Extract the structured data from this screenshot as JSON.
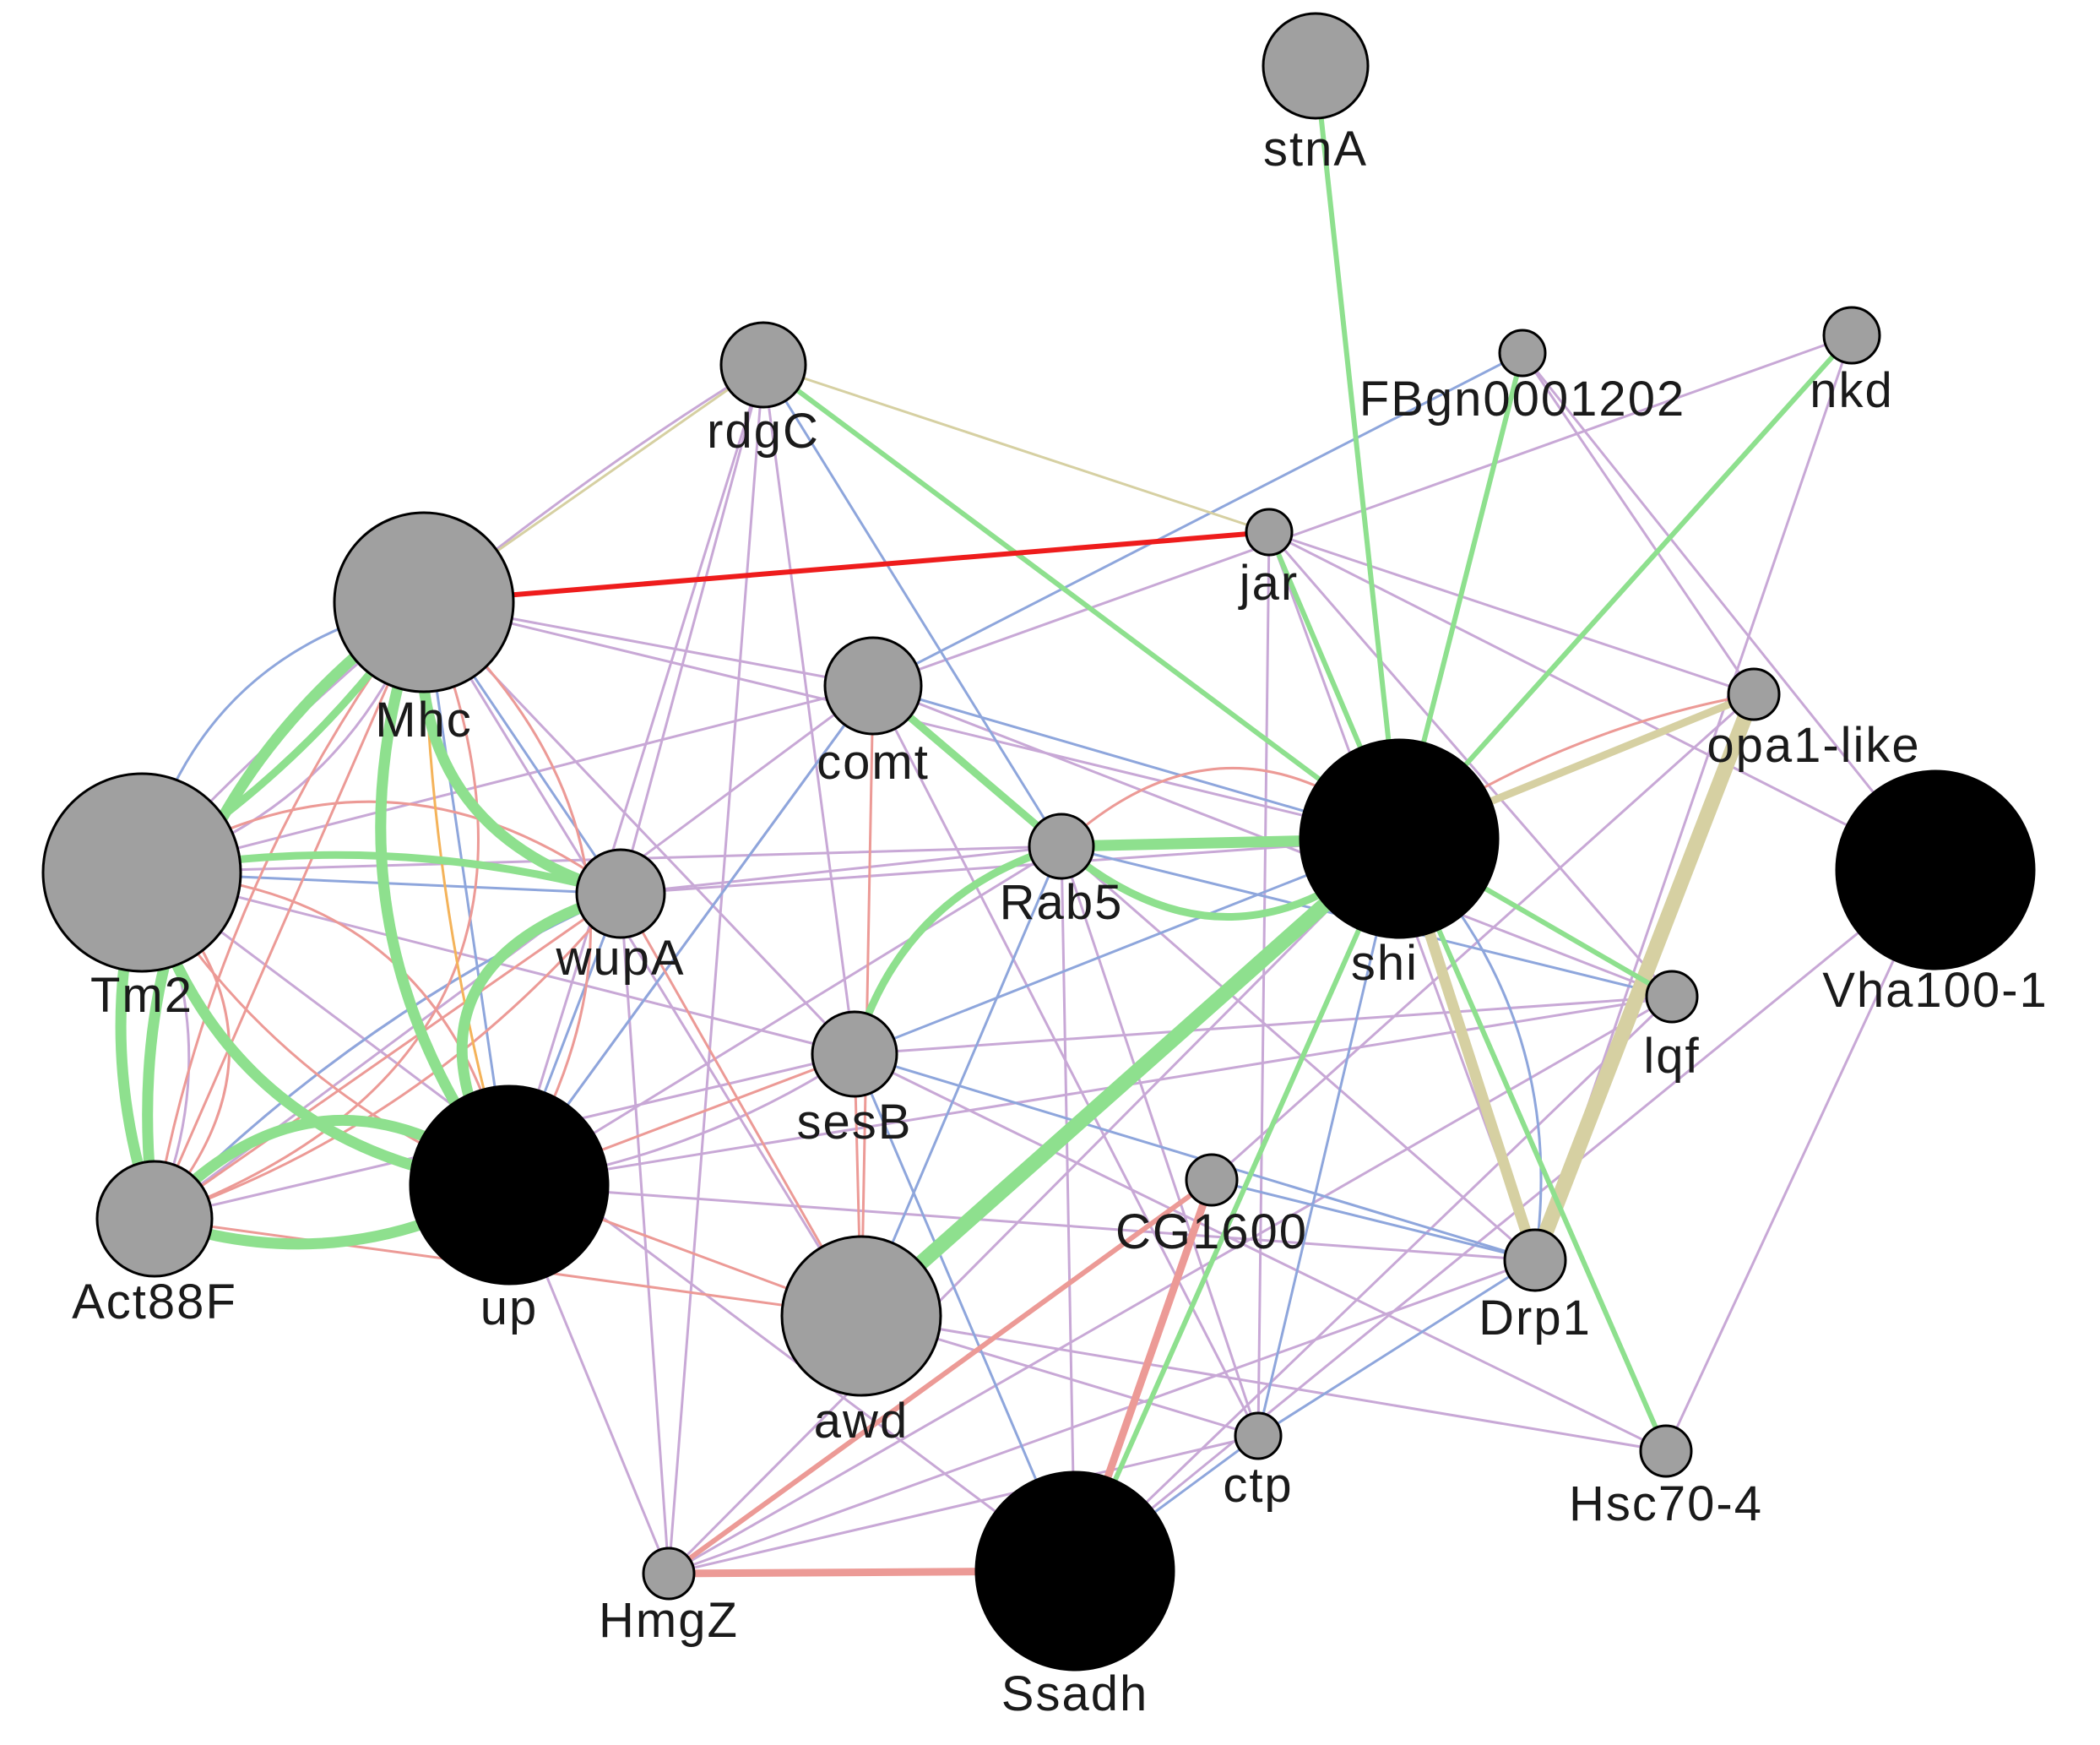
{
  "colors": {
    "background": "#ffffff",
    "node_stroke": "#000000",
    "query_gene": "#000000",
    "related_gene": "#a0a0a0",
    "label": "#1a1a1a",
    "edge_green": "#8ee08e",
    "edge_purple": "#c8a8d6",
    "edge_pink": "#ec9a96",
    "edge_blue": "#8ea6dc",
    "edge_khaki": "#d6d0a2",
    "edge_red": "#ee1c1c",
    "edge_orange": "#f4b35a"
  },
  "network": {
    "nodes": [
      {
        "id": "stnA",
        "label": "stnA",
        "type": "related"
      },
      {
        "id": "rdgC",
        "label": "rdgC",
        "type": "related"
      },
      {
        "id": "FBgn0001202",
        "label": "FBgn0001202",
        "type": "related"
      },
      {
        "id": "nkd",
        "label": "nkd",
        "type": "related"
      },
      {
        "id": "jar",
        "label": "jar",
        "type": "related"
      },
      {
        "id": "Mhc",
        "label": "Mhc",
        "type": "related"
      },
      {
        "id": "comt",
        "label": "comt",
        "type": "related"
      },
      {
        "id": "opa1-like",
        "label": "opa1-like",
        "type": "related"
      },
      {
        "id": "Tm2",
        "label": "Tm2",
        "type": "related"
      },
      {
        "id": "Rab5",
        "label": "Rab5",
        "type": "related"
      },
      {
        "id": "shi",
        "label": "shi",
        "type": "query"
      },
      {
        "id": "Vha100-1",
        "label": "Vha100-1",
        "type": "query"
      },
      {
        "id": "wupA",
        "label": "wupA",
        "type": "related"
      },
      {
        "id": "lqf",
        "label": "lqf",
        "type": "related"
      },
      {
        "id": "sesB",
        "label": "sesB",
        "type": "related"
      },
      {
        "id": "up",
        "label": "up",
        "type": "query"
      },
      {
        "id": "Act88F",
        "label": "Act88F",
        "type": "related"
      },
      {
        "id": "CG1600",
        "label": "CG1600",
        "type": "related"
      },
      {
        "id": "Drp1",
        "label": "Drp1",
        "type": "related"
      },
      {
        "id": "awd",
        "label": "awd",
        "type": "related"
      },
      {
        "id": "ctp",
        "label": "ctp",
        "type": "related"
      },
      {
        "id": "Hsc70-4",
        "label": "Hsc70-4",
        "type": "related"
      },
      {
        "id": "HmgZ",
        "label": "HmgZ",
        "type": "related"
      },
      {
        "id": "Ssadh",
        "label": "Ssadh",
        "type": "query"
      }
    ],
    "edges": [
      {
        "source": "stnA",
        "target": "shi",
        "kind": "green",
        "weight": 2
      },
      {
        "source": "FBgn0001202",
        "target": "shi",
        "kind": "green",
        "weight": 2
      },
      {
        "source": "nkd",
        "target": "shi",
        "kind": "green",
        "weight": 2
      },
      {
        "source": "jar",
        "target": "shi",
        "kind": "green",
        "weight": 2
      },
      {
        "source": "rdgC",
        "target": "shi",
        "kind": "green",
        "weight": 2
      },
      {
        "source": "awd",
        "target": "shi",
        "kind": "green",
        "weight": 5
      },
      {
        "source": "Rab5",
        "target": "shi",
        "kind": "green",
        "weight": 4
      },
      {
        "source": "Rab5",
        "target": "shi",
        "kind": "green",
        "weight": 3,
        "curve": 110
      },
      {
        "source": "comt",
        "target": "Rab5",
        "kind": "green",
        "weight": 3
      },
      {
        "source": "sesB",
        "target": "Rab5",
        "kind": "green",
        "weight": 3,
        "curve": -60
      },
      {
        "source": "shi",
        "target": "lqf",
        "kind": "green",
        "weight": 2
      },
      {
        "source": "shi",
        "target": "Hsc70-4",
        "kind": "green",
        "weight": 2
      },
      {
        "source": "shi",
        "target": "Ssadh",
        "kind": "green",
        "weight": 2
      },
      {
        "source": "Mhc",
        "target": "Act88F",
        "kind": "green",
        "weight": 4,
        "curve": 150
      },
      {
        "source": "Mhc",
        "target": "Tm2",
        "kind": "green",
        "weight": 3,
        "curve": -30
      },
      {
        "source": "Mhc",
        "target": "up",
        "kind": "green",
        "weight": 4,
        "curve": 120
      },
      {
        "source": "Mhc",
        "target": "wupA",
        "kind": "green",
        "weight": 4,
        "curve": 110
      },
      {
        "source": "Tm2",
        "target": "wupA",
        "kind": "green",
        "weight": 3,
        "curve": -40
      },
      {
        "source": "Tm2",
        "target": "up",
        "kind": "green",
        "weight": 4,
        "curve": 120
      },
      {
        "source": "Tm2",
        "target": "Act88F",
        "kind": "green",
        "weight": 4,
        "curve": 40
      },
      {
        "source": "Act88F",
        "target": "up",
        "kind": "green",
        "weight": 4,
        "curve": 60
      },
      {
        "source": "Act88F",
        "target": "up",
        "kind": "green",
        "weight": 4,
        "curve": -120
      },
      {
        "source": "wupA",
        "target": "up",
        "kind": "green",
        "weight": 4,
        "curve": 150
      },
      {
        "source": "Mhc",
        "target": "jar",
        "kind": "red",
        "weight": 2
      },
      {
        "source": "shi",
        "target": "opa1-like",
        "kind": "khaki",
        "weight": 3
      },
      {
        "source": "opa1-like",
        "target": "Drp1",
        "kind": "khaki",
        "weight": 5
      },
      {
        "source": "shi",
        "target": "Drp1",
        "kind": "khaki",
        "weight": 4
      },
      {
        "source": "rdgC",
        "target": "Mhc",
        "kind": "khaki",
        "weight": 1
      },
      {
        "source": "rdgC",
        "target": "jar",
        "kind": "khaki",
        "weight": 1
      },
      {
        "source": "Ssadh",
        "target": "HmgZ",
        "kind": "pink",
        "weight": 3
      },
      {
        "source": "Ssadh",
        "target": "CG1600",
        "kind": "pink",
        "weight": 3
      },
      {
        "source": "HmgZ",
        "target": "CG1600",
        "kind": "pink",
        "weight": 2
      },
      {
        "source": "Mhc",
        "target": "Act88F",
        "kind": "pink",
        "weight": 1,
        "curve": -260
      },
      {
        "source": "Tm2",
        "target": "up",
        "kind": "pink",
        "weight": 1,
        "curve": -140
      },
      {
        "source": "Mhc",
        "target": "up",
        "kind": "pink",
        "weight": 1,
        "curve": -180
      },
      {
        "source": "Tm2",
        "target": "Act88F",
        "kind": "pink",
        "weight": 1,
        "curve": -120
      },
      {
        "source": "Act88F",
        "target": "wupA",
        "kind": "pink",
        "weight": 1
      },
      {
        "source": "Act88F",
        "target": "wupA",
        "kind": "pink",
        "weight": 1,
        "curve": 60
      },
      {
        "source": "Act88F",
        "target": "Mhc",
        "kind": "pink",
        "weight": 1
      },
      {
        "source": "Tm2",
        "target": "wupA",
        "kind": "pink",
        "weight": 1,
        "curve": -120
      },
      {
        "source": "Tm2",
        "target": "up",
        "kind": "pink",
        "weight": 1,
        "curve": 60
      },
      {
        "source": "Mhc",
        "target": "Act88F",
        "kind": "pink",
        "weight": 1,
        "curve": 60
      },
      {
        "source": "Act88F",
        "target": "awd",
        "kind": "pink",
        "weight": 1
      },
      {
        "source": "up",
        "target": "awd",
        "kind": "pink",
        "weight": 1
      },
      {
        "source": "wupA",
        "target": "awd",
        "kind": "pink",
        "weight": 1
      },
      {
        "source": "comt",
        "target": "awd",
        "kind": "pink",
        "weight": 1
      },
      {
        "source": "up",
        "target": "sesB",
        "kind": "pink",
        "weight": 1
      },
      {
        "source": "Rab5",
        "target": "shi",
        "kind": "pink",
        "weight": 1,
        "curve": -110
      },
      {
        "source": "shi",
        "target": "opa1-like",
        "kind": "pink",
        "weight": 1,
        "curve": -30
      },
      {
        "source": "sesB",
        "target": "awd",
        "kind": "pink",
        "weight": 1
      },
      {
        "source": "Mhc",
        "target": "up",
        "kind": "orange",
        "weight": 1,
        "curve": 30
      },
      {
        "source": "Mhc",
        "target": "Tm2",
        "kind": "blue",
        "weight": 1,
        "curve": 90
      },
      {
        "source": "Mhc",
        "target": "wupA",
        "kind": "blue",
        "weight": 1
      },
      {
        "source": "Mhc",
        "target": "up",
        "kind": "blue",
        "weight": 1
      },
      {
        "source": "Tm2",
        "target": "wupA",
        "kind": "blue",
        "weight": 1
      },
      {
        "source": "wupA",
        "target": "up",
        "kind": "blue",
        "weight": 1
      },
      {
        "source": "Act88F",
        "target": "wupA",
        "kind": "blue",
        "weight": 1,
        "curve": -40
      },
      {
        "source": "rdgC",
        "target": "Rab5",
        "kind": "blue",
        "weight": 1
      },
      {
        "source": "comt",
        "target": "FBgn0001202",
        "kind": "blue",
        "weight": 1
      },
      {
        "source": "comt",
        "target": "shi",
        "kind": "blue",
        "weight": 1
      },
      {
        "source": "comt",
        "target": "up",
        "kind": "blue",
        "weight": 1
      },
      {
        "source": "sesB",
        "target": "shi",
        "kind": "blue",
        "weight": 1
      },
      {
        "source": "sesB",
        "target": "Drp1",
        "kind": "blue",
        "weight": 1
      },
      {
        "source": "sesB",
        "target": "Ssadh",
        "kind": "blue",
        "weight": 1
      },
      {
        "source": "Rab5",
        "target": "awd",
        "kind": "blue",
        "weight": 1
      },
      {
        "source": "Rab5",
        "target": "lqf",
        "kind": "blue",
        "weight": 1
      },
      {
        "source": "shi",
        "target": "ctp",
        "kind": "blue",
        "weight": 1
      },
      {
        "source": "shi",
        "target": "Drp1",
        "kind": "blue",
        "weight": 1,
        "curve": -80
      },
      {
        "source": "CG1600",
        "target": "Drp1",
        "kind": "blue",
        "weight": 1
      },
      {
        "source": "ctp",
        "target": "Ssadh",
        "kind": "blue",
        "weight": 1
      },
      {
        "source": "ctp",
        "target": "Drp1",
        "kind": "blue",
        "weight": 1
      },
      {
        "source": "rdgC",
        "target": "Tm2",
        "kind": "purple",
        "weight": 1,
        "curve": 40
      },
      {
        "source": "rdgC",
        "target": "up",
        "kind": "purple",
        "weight": 1
      },
      {
        "source": "rdgC",
        "target": "wupA",
        "kind": "purple",
        "weight": 1
      },
      {
        "source": "rdgC",
        "target": "HmgZ",
        "kind": "purple",
        "weight": 1
      },
      {
        "source": "rdgC",
        "target": "sesB",
        "kind": "purple",
        "weight": 1
      },
      {
        "source": "Mhc",
        "target": "comt",
        "kind": "purple",
        "weight": 1
      },
      {
        "source": "Mhc",
        "target": "shi",
        "kind": "purple",
        "weight": 1
      },
      {
        "source": "Mhc",
        "target": "sesB",
        "kind": "purple",
        "weight": 1
      },
      {
        "source": "Mhc",
        "target": "awd",
        "kind": "purple",
        "weight": 1
      },
      {
        "source": "Tm2",
        "target": "sesB",
        "kind": "purple",
        "weight": 1
      },
      {
        "source": "Tm2",
        "target": "comt",
        "kind": "purple",
        "weight": 1
      },
      {
        "source": "Tm2",
        "target": "Ssadh",
        "kind": "purple",
        "weight": 1
      },
      {
        "source": "Tm2",
        "target": "Rab5",
        "kind": "purple",
        "weight": 1
      },
      {
        "source": "wupA",
        "target": "Rab5",
        "kind": "purple",
        "weight": 1
      },
      {
        "source": "wupA",
        "target": "shi",
        "kind": "purple",
        "weight": 1
      },
      {
        "source": "wupA",
        "target": "HmgZ",
        "kind": "purple",
        "weight": 1
      },
      {
        "source": "up",
        "target": "HmgZ",
        "kind": "purple",
        "weight": 1
      },
      {
        "source": "up",
        "target": "Rab5",
        "kind": "purple",
        "weight": 1
      },
      {
        "source": "up",
        "target": "comt",
        "kind": "purple",
        "weight": 1
      },
      {
        "source": "Act88F",
        "target": "comt",
        "kind": "purple",
        "weight": 1
      },
      {
        "source": "Act88F",
        "target": "sesB",
        "kind": "purple",
        "weight": 1
      },
      {
        "source": "jar",
        "target": "opa1-like",
        "kind": "purple",
        "weight": 1
      },
      {
        "source": "jar",
        "target": "lqf",
        "kind": "purple",
        "weight": 1
      },
      {
        "source": "jar",
        "target": "Drp1",
        "kind": "purple",
        "weight": 1
      },
      {
        "source": "jar",
        "target": "ctp",
        "kind": "purple",
        "weight": 1
      },
      {
        "source": "jar",
        "target": "Vha100-1",
        "kind": "purple",
        "weight": 1
      },
      {
        "source": "nkd",
        "target": "comt",
        "kind": "purple",
        "weight": 1
      },
      {
        "source": "nkd",
        "target": "Drp1",
        "kind": "purple",
        "weight": 1
      },
      {
        "source": "FBgn0001202",
        "target": "opa1-like",
        "kind": "purple",
        "weight": 1
      },
      {
        "source": "FBgn0001202",
        "target": "Vha100-1",
        "kind": "purple",
        "weight": 1
      },
      {
        "source": "comt",
        "target": "ctp",
        "kind": "purple",
        "weight": 1
      },
      {
        "source": "comt",
        "target": "lqf",
        "kind": "purple",
        "weight": 1
      },
      {
        "source": "Rab5",
        "target": "ctp",
        "kind": "purple",
        "weight": 1
      },
      {
        "source": "Rab5",
        "target": "Ssadh",
        "kind": "purple",
        "weight": 1
      },
      {
        "source": "Rab5",
        "target": "Drp1",
        "kind": "purple",
        "weight": 1
      },
      {
        "source": "sesB",
        "target": "Hsc70-4",
        "kind": "purple",
        "weight": 1
      },
      {
        "source": "sesB",
        "target": "lqf",
        "kind": "purple",
        "weight": 1
      },
      {
        "source": "shi",
        "target": "HmgZ",
        "kind": "purple",
        "weight": 1
      },
      {
        "source": "lqf",
        "target": "HmgZ",
        "kind": "purple",
        "weight": 1
      },
      {
        "source": "lqf",
        "target": "Ssadh",
        "kind": "purple",
        "weight": 1
      },
      {
        "source": "lqf",
        "target": "up",
        "kind": "purple",
        "weight": 1
      },
      {
        "source": "Vha100-1",
        "target": "Hsc70-4",
        "kind": "purple",
        "weight": 1
      },
      {
        "source": "Vha100-1",
        "target": "Ssadh",
        "kind": "purple",
        "weight": 1
      },
      {
        "source": "opa1-like",
        "target": "CG1600",
        "kind": "purple",
        "weight": 1
      },
      {
        "source": "CG1600",
        "target": "Ssadh",
        "kind": "purple",
        "weight": 1
      },
      {
        "source": "CG1600",
        "target": "HmgZ",
        "kind": "purple",
        "weight": 1
      },
      {
        "source": "Drp1",
        "target": "HmgZ",
        "kind": "purple",
        "weight": 1
      },
      {
        "source": "Drp1",
        "target": "up",
        "kind": "purple",
        "weight": 1
      },
      {
        "source": "awd",
        "target": "Hsc70-4",
        "kind": "purple",
        "weight": 1
      },
      {
        "source": "awd",
        "target": "ctp",
        "kind": "purple",
        "weight": 1
      },
      {
        "source": "HmgZ",
        "target": "ctp",
        "kind": "purple",
        "weight": 1
      },
      {
        "source": "Mhc",
        "target": "Tm2",
        "kind": "purple",
        "weight": 1,
        "curve": -70
      },
      {
        "source": "Tm2",
        "target": "Act88F",
        "kind": "purple",
        "weight": 1,
        "curve": -60
      },
      {
        "source": "wupA",
        "target": "Act88F",
        "kind": "purple",
        "weight": 1,
        "curve": 40
      },
      {
        "source": "sesB",
        "target": "up",
        "kind": "purple",
        "weight": 1,
        "curve": -30
      }
    ]
  }
}
